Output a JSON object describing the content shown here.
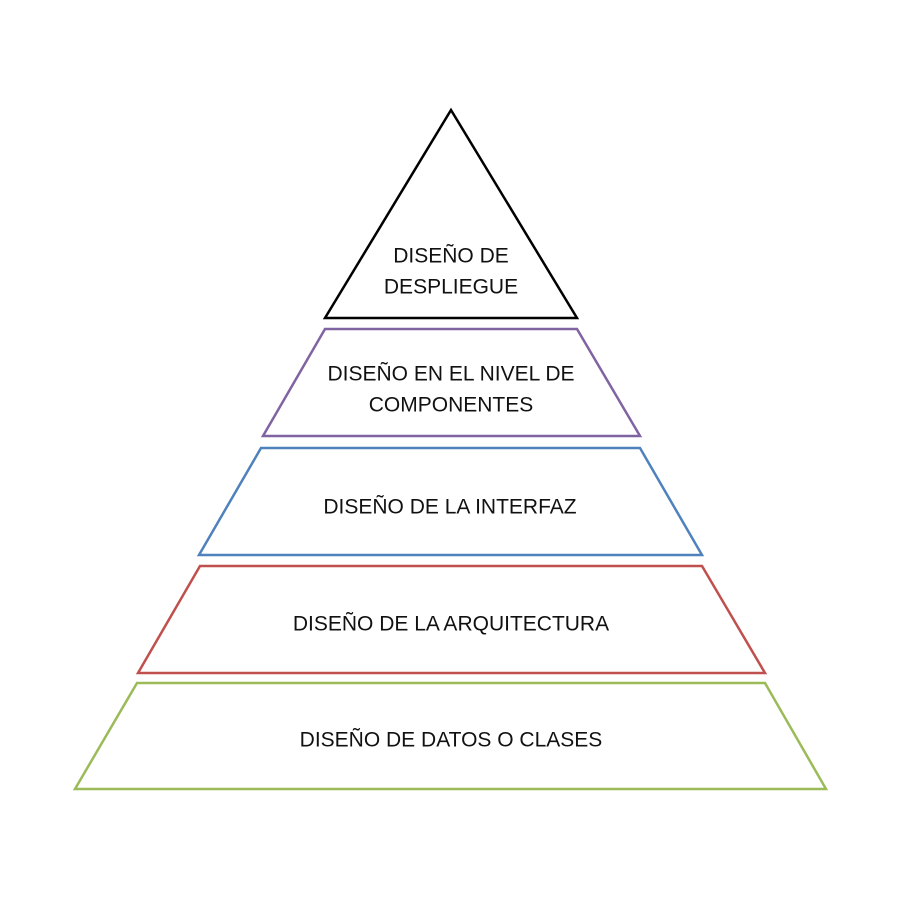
{
  "pyramid": {
    "levels": [
      {
        "lines": [
          "DISEÑO DE",
          "DESPLIEGUE"
        ],
        "color": "#000000"
      },
      {
        "lines": [
          "DISEÑO EN EL NIVEL DE",
          "COMPONENTES"
        ],
        "color": "#8064a2"
      },
      {
        "lines": [
          "DISEÑO DE LA INTERFAZ"
        ],
        "color": "#4f81bd"
      },
      {
        "lines": [
          "DISEÑO DE LA ARQUITECTURA"
        ],
        "color": "#c0504d"
      },
      {
        "lines": [
          "DISEÑO DE DATOS O CLASES"
        ],
        "color": "#9bbb59"
      }
    ]
  }
}
